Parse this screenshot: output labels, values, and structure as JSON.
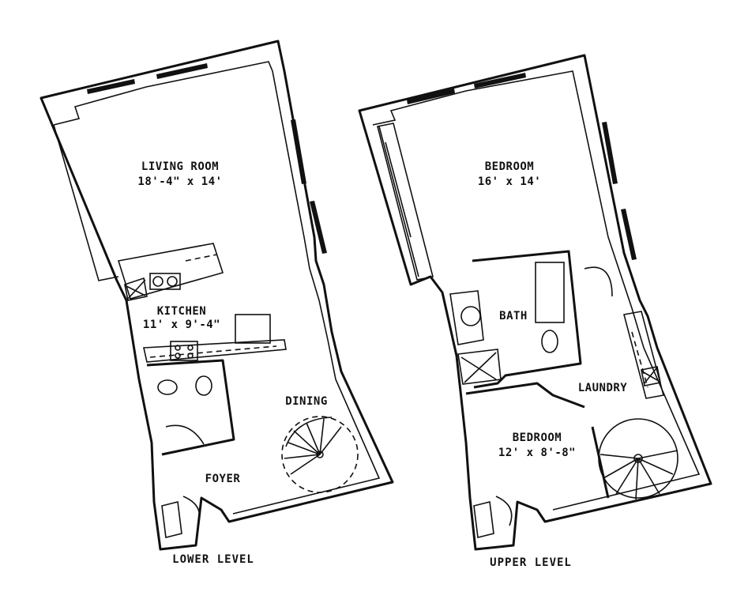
{
  "lower_level": {
    "title": "LOWER LEVEL",
    "living_room": {
      "name": "LIVING ROOM",
      "size": "18'-4\" x 14'"
    },
    "kitchen": {
      "name": "KITCHEN",
      "size": "11' x 9'-4\""
    },
    "dining": {
      "name": "DINING"
    },
    "foyer": {
      "name": "FOYER"
    }
  },
  "upper_level": {
    "title": "UPPER LEVEL",
    "bedroom_1": {
      "name": "BEDROOM",
      "size": "16' x 14'"
    },
    "bath": {
      "name": "BATH"
    },
    "laundry": {
      "name": "LAUNDRY"
    },
    "bedroom_2": {
      "name": "BEDROOM",
      "size": "12' x 8'-8\""
    }
  }
}
